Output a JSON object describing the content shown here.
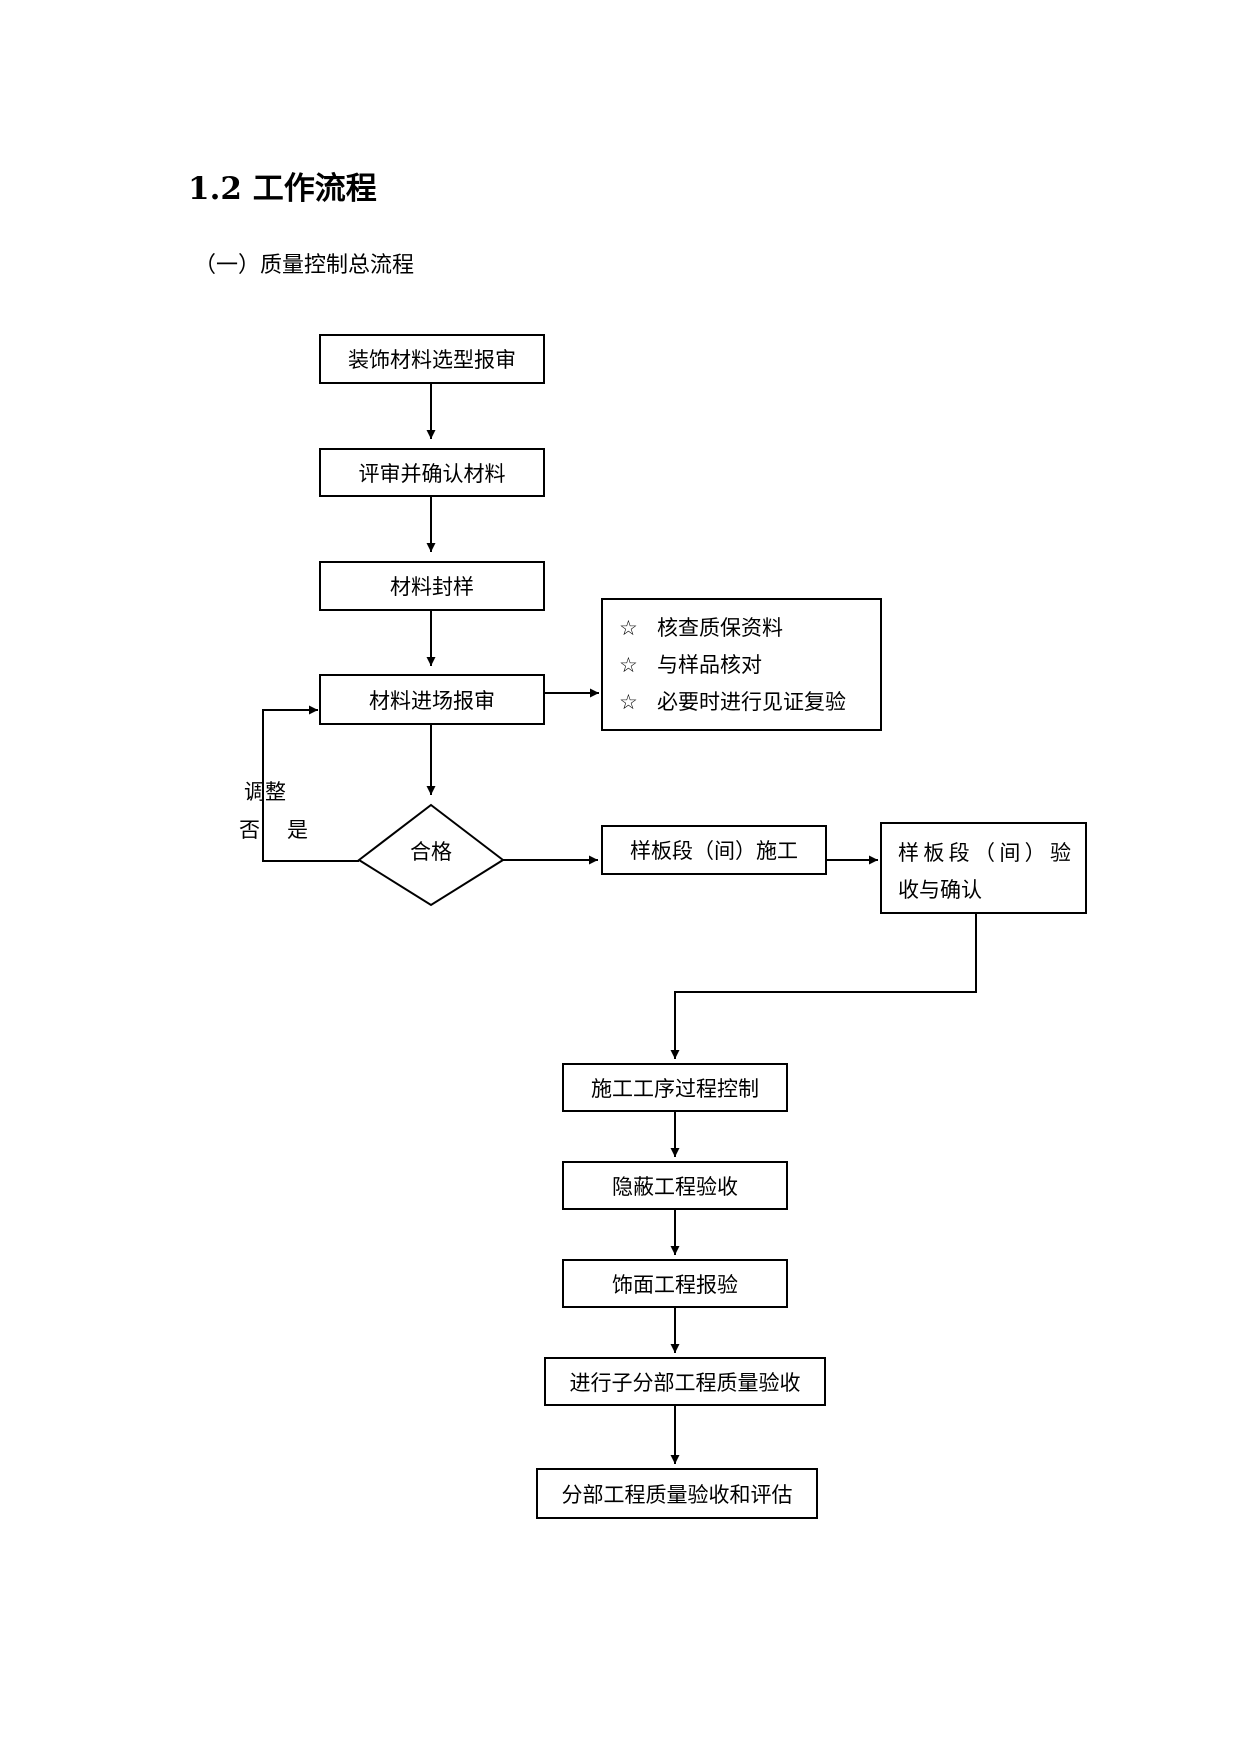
{
  "heading": "1.2 工作流程",
  "subheading": "（一）质量控制总流程",
  "nodes": {
    "material_selection": "装饰材料选型报审",
    "review_confirm": "评审并确认材料",
    "material_seal": "材料封样",
    "material_entry": "材料进场报审",
    "qualified": "合格",
    "sample_construction": "样板段（间）施工",
    "process_control": "施工工序过程控制",
    "hidden_acceptance": "隐蔽工程验收",
    "finish_inspection": "饰面工程报验",
    "sub_division_acceptance": "进行子分部工程质量验收",
    "division_acceptance": "分部工程质量验收和评估"
  },
  "sample_acceptance": {
    "line1_parts": [
      "样",
      "板",
      "段",
      "（",
      "间",
      "）",
      "验"
    ],
    "line2": "收与确认"
  },
  "entry_checks": {
    "items": [
      {
        "symbol": "☆",
        "text": "核查质保资料"
      },
      {
        "symbol": "☆",
        "text": "与样品核对"
      },
      {
        "symbol": "☆",
        "text": "必要时进行见证复验"
      }
    ]
  },
  "edge_labels": {
    "adjust": "调整",
    "no": "否",
    "yes": "是"
  }
}
